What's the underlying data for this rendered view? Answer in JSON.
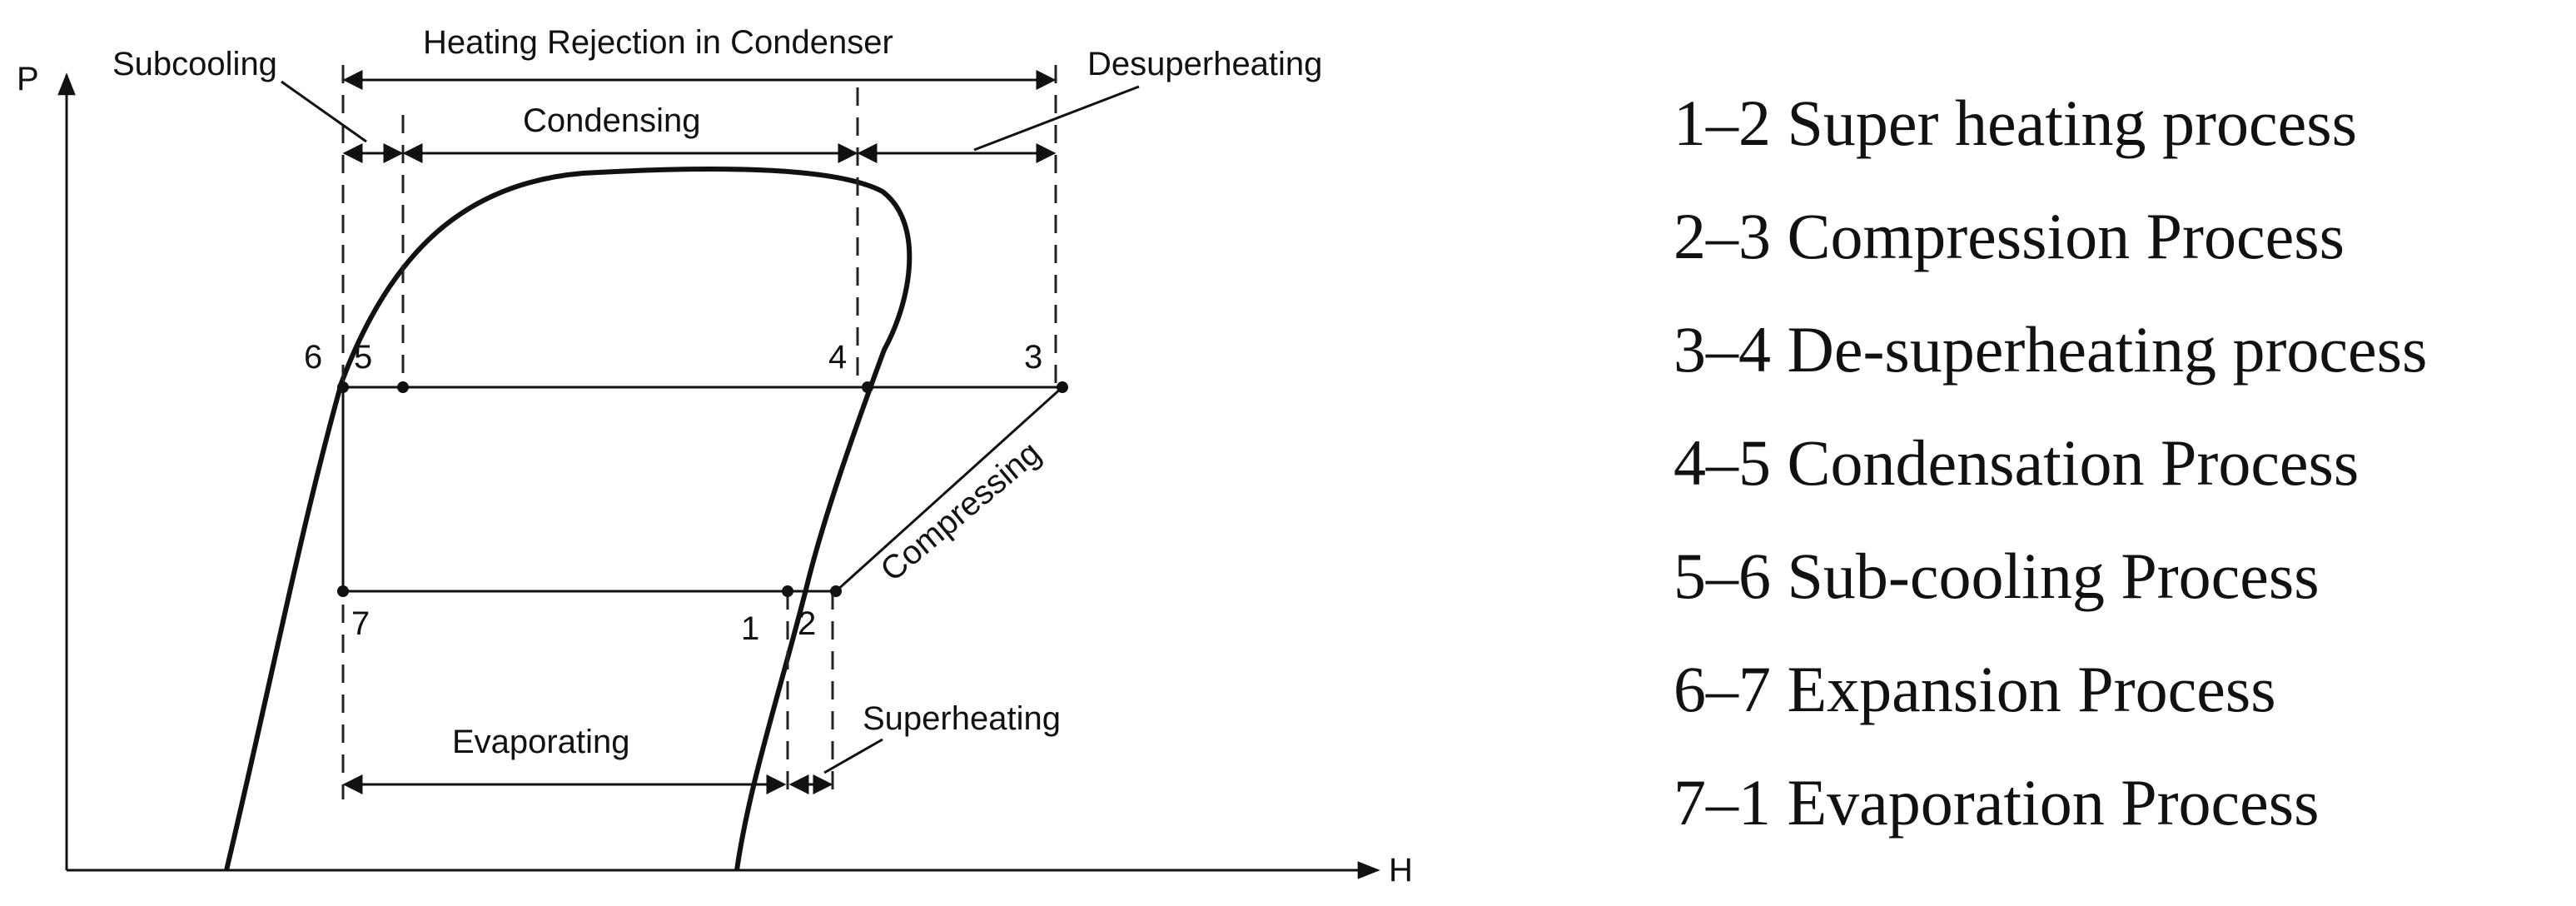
{
  "diagram": {
    "axes": {
      "y_label": "P",
      "x_label": "H"
    },
    "regions": {
      "heat_rejection": "Heating Rejection in Condenser",
      "subcooling": "Subcooling",
      "condensing": "Condensing",
      "desuperheating": "Desuperheating",
      "compressing": "Compressing",
      "evaporating": "Evaporating",
      "superheating": "Superheating"
    },
    "points": [
      {
        "id": "p1",
        "label": "1"
      },
      {
        "id": "p2",
        "label": "2"
      },
      {
        "id": "p3",
        "label": "3"
      },
      {
        "id": "p4",
        "label": "4"
      },
      {
        "id": "p5",
        "label": "5"
      },
      {
        "id": "p6",
        "label": "6"
      },
      {
        "id": "p7",
        "label": "7"
      }
    ]
  },
  "legend": {
    "items": [
      "1–2 Super heating process",
      "2–3 Compression Process",
      "3–4 De-superheating process",
      "4–5 Condensation Process",
      "5–6 Sub-cooling Process",
      "6–7 Expansion Process",
      "7–1 Evaporation Process"
    ]
  }
}
